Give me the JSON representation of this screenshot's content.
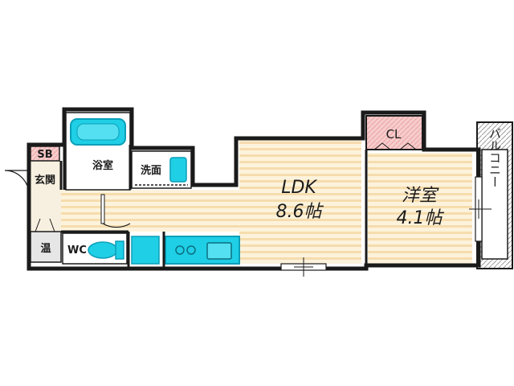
{
  "rooms": {
    "ldk": {
      "name": "LDK",
      "size": "8.6帖"
    },
    "western": {
      "name": "洋室",
      "size": "4.1帖"
    },
    "closet": "CL",
    "bath": "浴室",
    "washroom": "洗面",
    "entrance": "玄関",
    "shoebox": "SB",
    "water_heater": "温",
    "toilet": "WC",
    "balcony": "バルコニー"
  },
  "colors": {
    "floor_light": "#fdf3dc",
    "floor_stripe": "#f3d39a",
    "fixture_cyan": "#1fcfe6",
    "fixture_cyan_dark": "#0b9fb8",
    "closet_pink": "#f6c7c7",
    "wall": "#1a1a1a"
  }
}
